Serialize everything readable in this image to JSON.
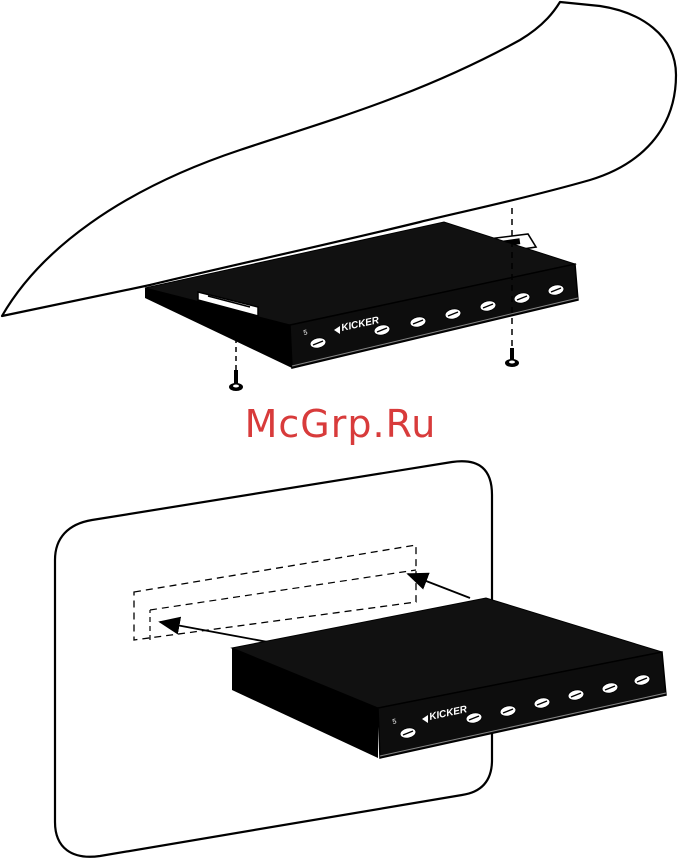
{
  "watermark": {
    "text": "McGrp.Ru"
  },
  "units": [
    {
      "brand": "KICKER",
      "model_mark": "5"
    },
    {
      "brand": "KICKER",
      "model_mark": "5"
    }
  ],
  "colors": {
    "ink": "#000000",
    "paper": "#ffffff",
    "watermark": "#d52b2b"
  },
  "icons": {
    "screw": "screw-icon",
    "arrow": "arrow-icon",
    "kicker_logo": "kicker-logo-icon"
  }
}
